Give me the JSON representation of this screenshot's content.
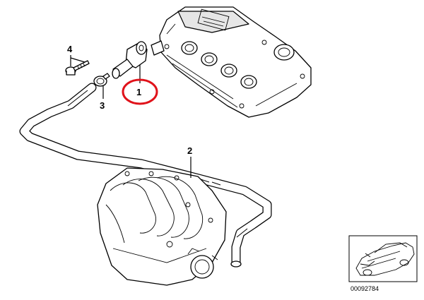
{
  "callouts": [
    {
      "id": "1",
      "label": "1"
    },
    {
      "id": "2",
      "label": "2"
    },
    {
      "id": "3",
      "label": "3"
    },
    {
      "id": "4",
      "label": "4"
    }
  ],
  "highlight": {
    "target": "1",
    "color": "#e0121a"
  },
  "inset": {
    "reference_number": "00092784"
  },
  "colors": {
    "line": "#000000",
    "background": "#ffffff",
    "highlight": "#e0121a"
  }
}
